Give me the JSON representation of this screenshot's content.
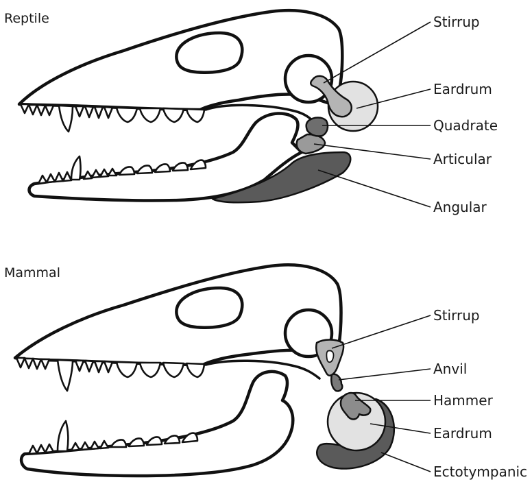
{
  "colors": {
    "outline": "#111111",
    "skull_fill": "#ffffff",
    "stirrup": "#b4b4b4",
    "eardrum": "#e2e2e2",
    "quadrate": "#6e6e6e",
    "articular": "#9a9a9a",
    "angular": "#5a5a5a",
    "anvil": "#7a7a7a",
    "hammer": "#8c8c8c",
    "ectotympanic": "#5a5a5a"
  },
  "reptile": {
    "title": "Reptile",
    "labels": {
      "stirrup": "Stirrup",
      "eardrum": "Eardrum",
      "quadrate": "Quadrate",
      "articular": "Articular",
      "angular": "Angular"
    }
  },
  "mammal": {
    "title": "Mammal",
    "labels": {
      "stirrup": "Stirrup",
      "anvil": "Anvil",
      "hammer": "Hammer",
      "eardrum": "Eardrum",
      "ectotympanic": "Ectotympanic"
    }
  }
}
